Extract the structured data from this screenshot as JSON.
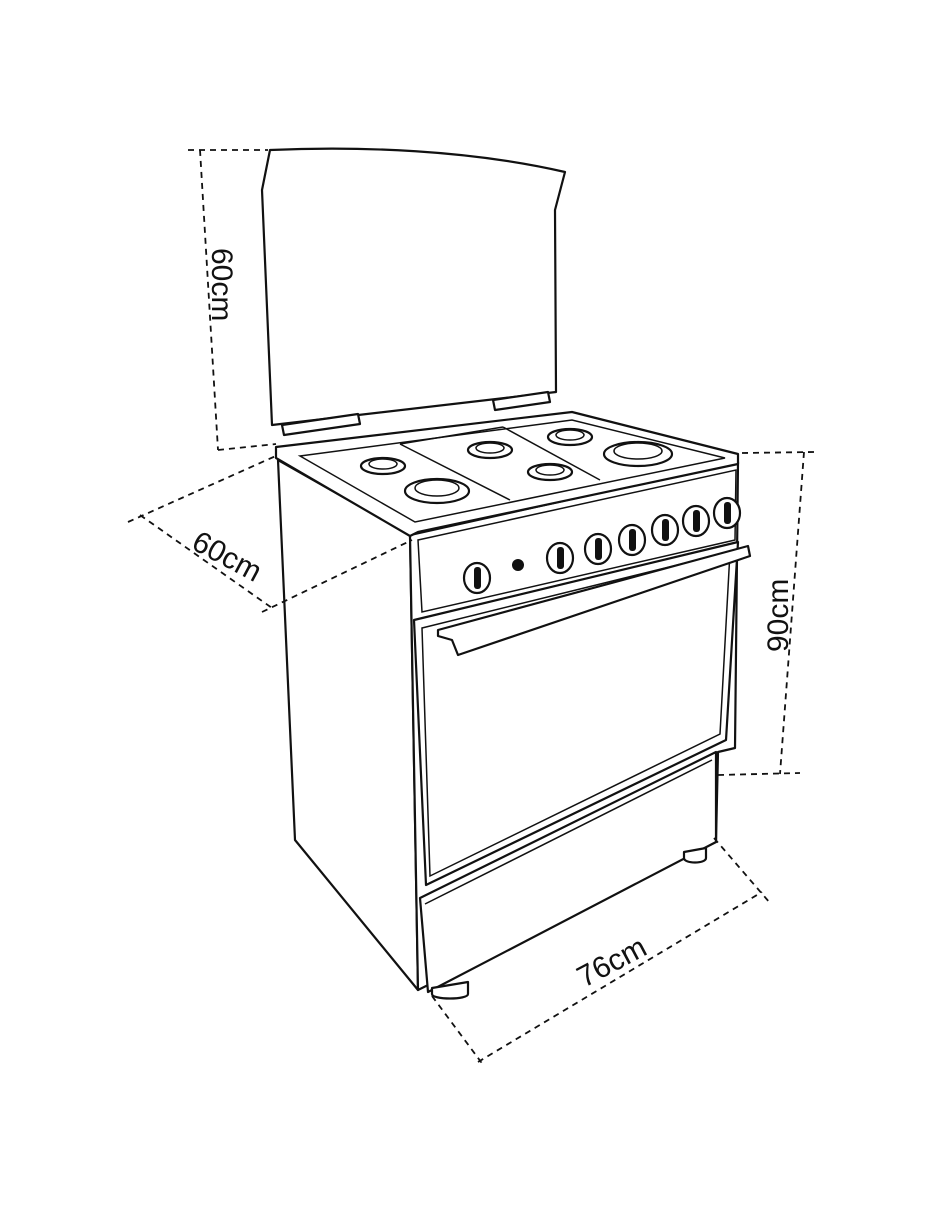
{
  "dimensions": {
    "lid_height": "60cm",
    "depth": "60cm",
    "height": "90cm",
    "width": "76cm"
  },
  "icons": [
    "stove-diagram",
    "burner-icon",
    "knob-icon",
    "ignition-button-icon",
    "oven-handle-icon",
    "foot-icon"
  ]
}
